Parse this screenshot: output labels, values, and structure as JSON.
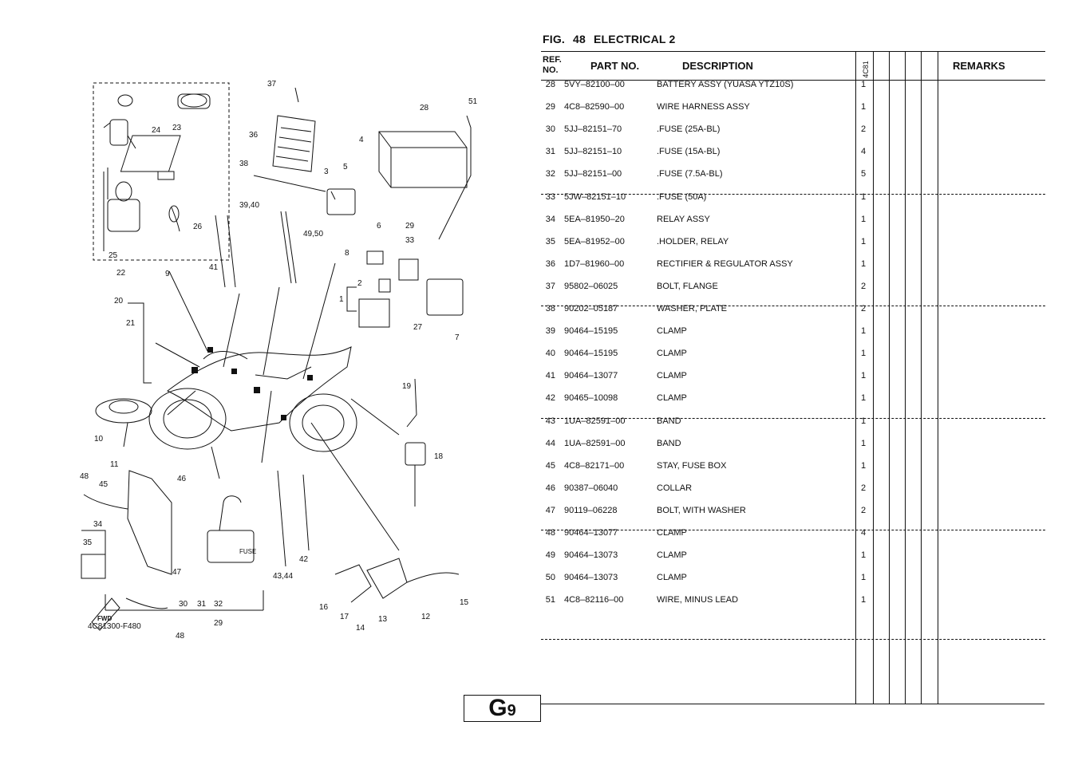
{
  "figure": {
    "label": "FIG.",
    "number": "48",
    "title": "ELECTRICAL 2"
  },
  "table": {
    "headers": {
      "ref": "REF. NO.",
      "ref_line1": "REF.",
      "ref_line2": "NO.",
      "part": "PART NO.",
      "desc": "DESCRIPTION",
      "model": "4C81",
      "remarks": "REMARKS"
    },
    "rows": [
      {
        "ref": "28",
        "part": "5VY–82100–00",
        "desc": "BATTERY ASSY (YUASA YTZ10S)",
        "qty": "1"
      },
      {
        "ref": "29",
        "part": "4C8–82590–00",
        "desc": "WIRE HARNESS ASSY",
        "qty": "1"
      },
      {
        "ref": "30",
        "part": "5JJ–82151–70",
        "desc": ".FUSE (25A-BL)",
        "qty": "2"
      },
      {
        "ref": "31",
        "part": "5JJ–82151–10",
        "desc": ".FUSE (15A-BL)",
        "qty": "4"
      },
      {
        "ref": "32",
        "part": "5JJ–82151–00",
        "desc": ".FUSE (7.5A-BL)",
        "qty": "5"
      },
      {
        "ref": "33",
        "part": "5JW–82151–10",
        "desc": ".FUSE (50A)",
        "qty": "1"
      },
      {
        "ref": "34",
        "part": "5EA–81950–20",
        "desc": "RELAY ASSY",
        "qty": "1"
      },
      {
        "ref": "35",
        "part": "5EA–81952–00",
        "desc": ".HOLDER, RELAY",
        "qty": "1"
      },
      {
        "ref": "36",
        "part": "1D7–81960–00",
        "desc": "RECTIFIER & REGULATOR ASSY",
        "qty": "1"
      },
      {
        "ref": "37",
        "part": "95802–06025",
        "desc": "BOLT, FLANGE",
        "qty": "2"
      },
      {
        "ref": "38",
        "part": "90202–05187",
        "desc": "WASHER, PLATE",
        "qty": "2"
      },
      {
        "ref": "39",
        "part": "90464–15195",
        "desc": "CLAMP",
        "qty": "1"
      },
      {
        "ref": "40",
        "part": "90464–15195",
        "desc": "CLAMP",
        "qty": "1"
      },
      {
        "ref": "41",
        "part": "90464–13077",
        "desc": "CLAMP",
        "qty": "1"
      },
      {
        "ref": "42",
        "part": "90465–10098",
        "desc": "CLAMP",
        "qty": "1"
      },
      {
        "ref": "43",
        "part": "1UA–82591–00",
        "desc": "BAND",
        "qty": "1"
      },
      {
        "ref": "44",
        "part": "1UA–82591–00",
        "desc": "BAND",
        "qty": "1"
      },
      {
        "ref": "45",
        "part": "4C8–82171–00",
        "desc": "STAY, FUSE BOX",
        "qty": "1"
      },
      {
        "ref": "46",
        "part": "90387–06040",
        "desc": "COLLAR",
        "qty": "2"
      },
      {
        "ref": "47",
        "part": "90119–06228",
        "desc": "BOLT, WITH WASHER",
        "qty": "2"
      },
      {
        "ref": "48",
        "part": "90464–13077",
        "desc": "CLAMP",
        "qty": "4"
      },
      {
        "ref": "49",
        "part": "90464–13073",
        "desc": "CLAMP",
        "qty": "1"
      },
      {
        "ref": "50",
        "part": "90464–13073",
        "desc": "CLAMP",
        "qty": "1"
      },
      {
        "ref": "51",
        "part": "4C8–82116–00",
        "desc": "WIRE, MINUS LEAD",
        "qty": "1"
      }
    ]
  },
  "diagram": {
    "code": "4C81300-F480",
    "fwd_label": "FWD",
    "fuse_label": "FUSE",
    "callouts": [
      "37",
      "28",
      "51",
      "36",
      "4",
      "38",
      "5",
      "3",
      "39,40",
      "49,50",
      "6",
      "29",
      "33",
      "24",
      "23",
      "26",
      "25",
      "22",
      "9",
      "41",
      "8",
      "2",
      "1",
      "27",
      "7",
      "20",
      "21",
      "19",
      "18",
      "10",
      "11",
      "48",
      "45",
      "46",
      "34",
      "35",
      "47",
      "30",
      "31",
      "32",
      "29",
      "42",
      "43,44",
      "16",
      "17",
      "14",
      "13",
      "12",
      "15",
      "48"
    ]
  },
  "page": {
    "letter": "G",
    "number": "9"
  }
}
